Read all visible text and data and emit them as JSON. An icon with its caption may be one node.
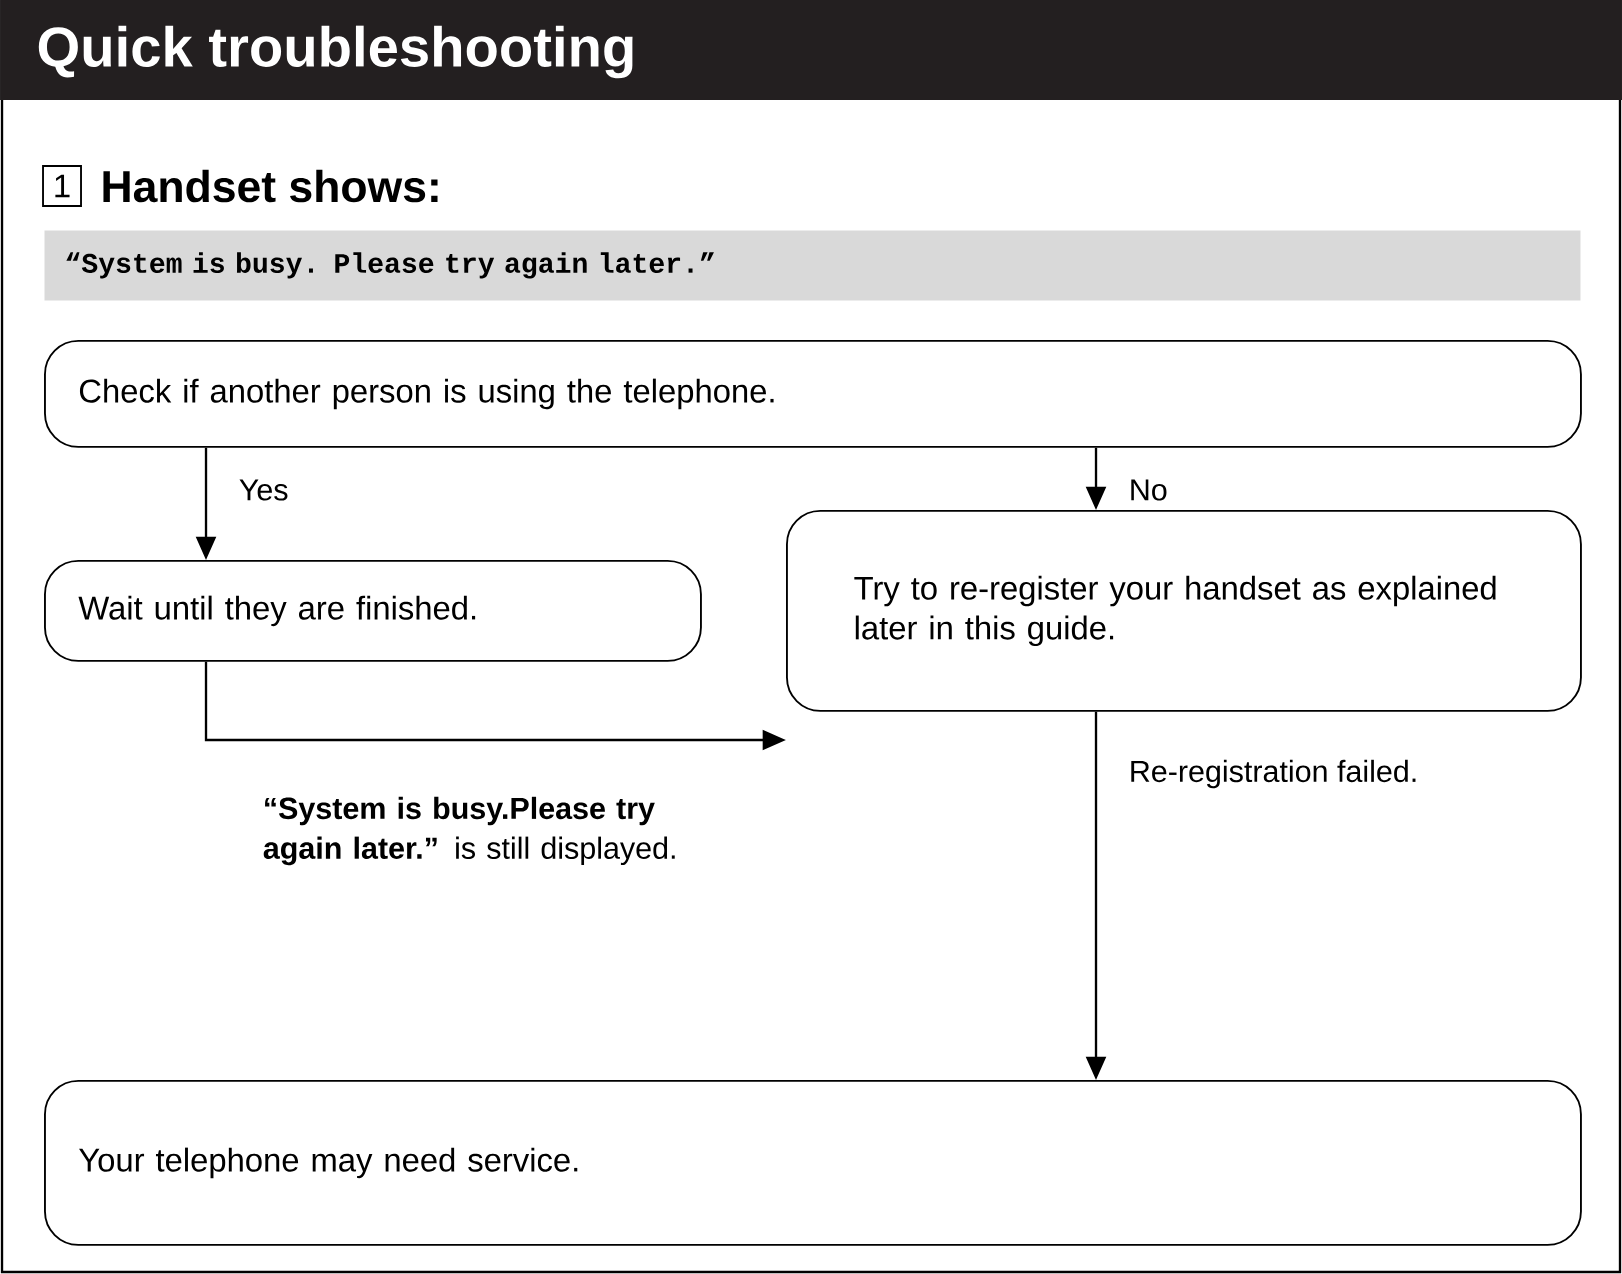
{
  "diagram": {
    "title": "Quick troubleshooting",
    "nodes": [
      {
        "text": [
          "“System is busy. Please try again later.”"
        ]
      },
      {
        "text": [
          "Check if another person is using the telephone."
        ]
      },
      {
        "text": [
          "Wait until they are finished."
        ]
      },
      {
        "text": [
          "Try to re-register your handset as explained later in this guide."
        ]
      },
      {
        "text": [
          "Your telephone may need service."
        ]
      }
    ],
    "edges": [
      {
        "from": 1,
        "to": 2,
        "arrow": "to",
        "label": "Yes"
      },
      {
        "from": 1,
        "to": 3,
        "arrow": "to",
        "label": "No"
      },
      {
        "from": 2,
        "to": 3,
        "arrow": "to",
        "label": "**“System is busy.Please try again later.”** is still displayed."
      },
      {
        "from": 3,
        "to": 4,
        "arrow": "to",
        "label": "Re-registration failed."
      }
    ],
    "labels": [
      "1",
      "Handset shows:"
    ]
  }
}
